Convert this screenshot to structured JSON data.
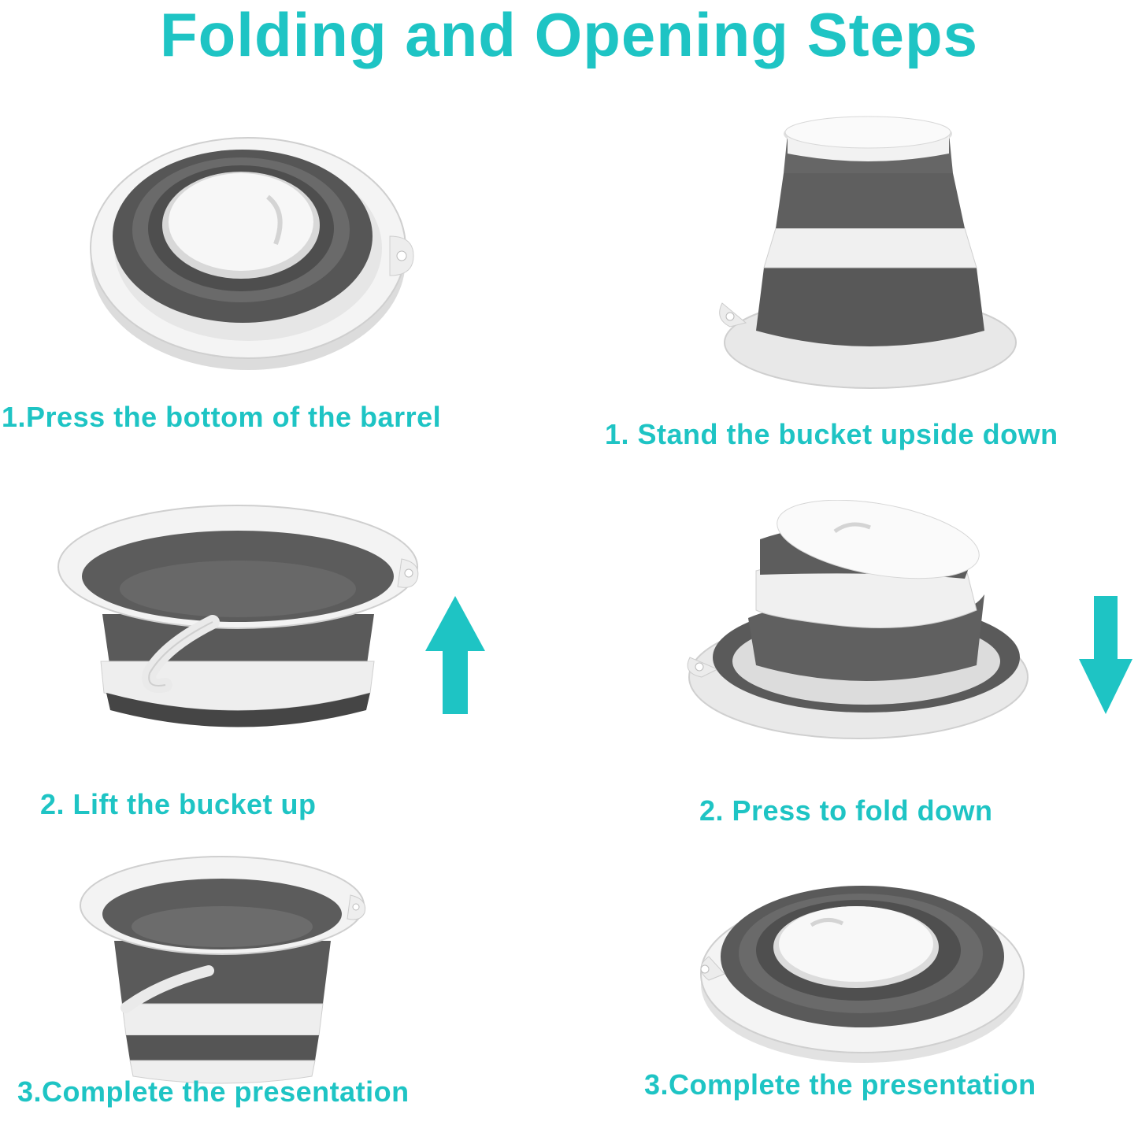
{
  "title": "Folding and Opening Steps",
  "accent_color": "#1ec4c4",
  "colors": {
    "bucket_gray": "#5e5e5e",
    "bucket_white": "#efefef"
  },
  "left_steps": [
    {
      "caption": "1.Press the bottom of the barrel",
      "image": "folded-bucket-top-view"
    },
    {
      "caption": "2. Lift the bucket up",
      "image": "half-opened-bucket",
      "arrow": "up-arrow-icon"
    },
    {
      "caption": "3.Complete the presentation",
      "image": "opened-bucket"
    }
  ],
  "right_steps": [
    {
      "caption": "1. Stand the bucket upside down",
      "image": "upside-down-bucket"
    },
    {
      "caption": "2. Press to fold down",
      "image": "pressing-bucket",
      "arrow": "down-arrow-icon"
    },
    {
      "caption": "3.Complete the presentation",
      "image": "folded-bucket-flat"
    }
  ]
}
